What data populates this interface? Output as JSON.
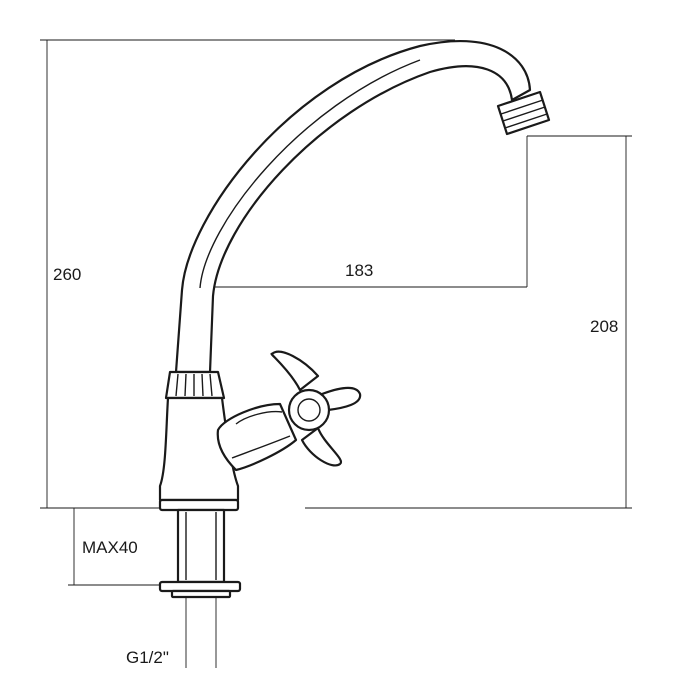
{
  "diagram": {
    "labels": {
      "height_total": "260",
      "spout_reach": "183",
      "spout_height": "208",
      "max_thickness": "MAX40",
      "thread": "G1/2\""
    }
  }
}
